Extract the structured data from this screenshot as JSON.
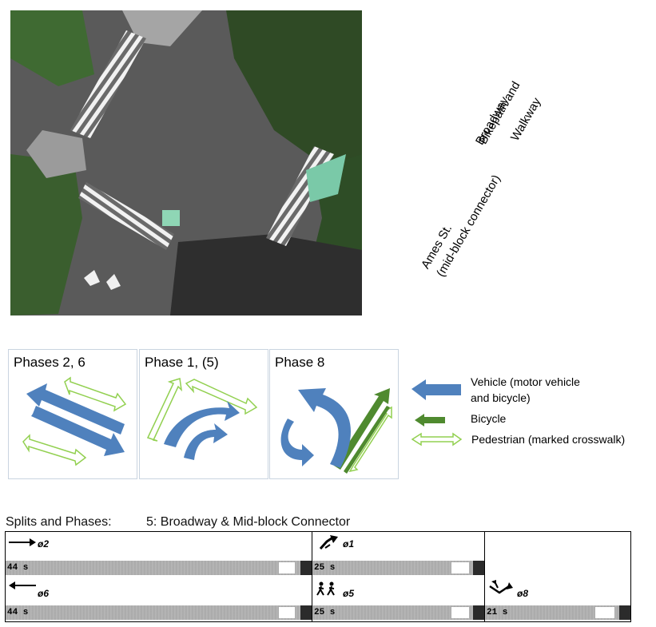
{
  "street_labels": {
    "ames": "Ames St.",
    "ames_sub": "(mid-block connector)",
    "broadway": "Broadway",
    "bikepath_line1": "Bikepath and",
    "bikepath_line2": "Walkway"
  },
  "phases": [
    {
      "title": "Phases 2, 6"
    },
    {
      "title": "Phase 1, (5)"
    },
    {
      "title": "Phase 8"
    }
  ],
  "legend": {
    "vehicle_line1": "Vehicle (motor vehicle",
    "vehicle_line2": "and bicycle)",
    "bicycle": "Bicycle",
    "pedestrian": "Pedestrian (marked crosswalk)"
  },
  "splits": {
    "title": "Splits and Phases:",
    "subtitle": "5: Broadway & Mid-block Connector",
    "cells": [
      {
        "phase": "ø2",
        "time": "44 s",
        "icon": "through-arrow-right-icon"
      },
      {
        "phase": "ø1",
        "time": "25 s",
        "icon": "left-turn-icon"
      },
      {
        "phase": "ø6",
        "time": "44 s",
        "icon": "through-arrow-left-icon"
      },
      {
        "phase": "ø5",
        "time": "25 s",
        "icon": "pedestrian-icon"
      },
      {
        "phase": "ø8",
        "time": "21 s",
        "icon": "turn-movement-icon"
      }
    ]
  },
  "colors": {
    "vehicle": "#4f81bd",
    "bicycle": "#4f8a2f",
    "pedestrian": "#92d050",
    "asphalt": "#5b5b5b",
    "foliage": "#2f4a25"
  }
}
